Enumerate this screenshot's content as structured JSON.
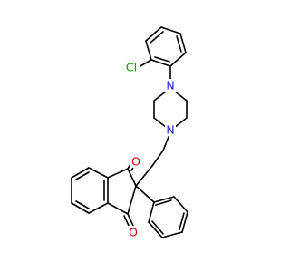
{
  "molecule": {
    "atom_labels": {
      "chlorine": "Cl",
      "nitrogen_top": "N",
      "nitrogen_bottom": "N",
      "oxygen_top": "O",
      "oxygen_bottom": "O"
    },
    "colors": {
      "bond": "#000000",
      "chlorine": "#00a000",
      "nitrogen": "#1f1fcc",
      "oxygen": "#cc0000"
    }
  }
}
